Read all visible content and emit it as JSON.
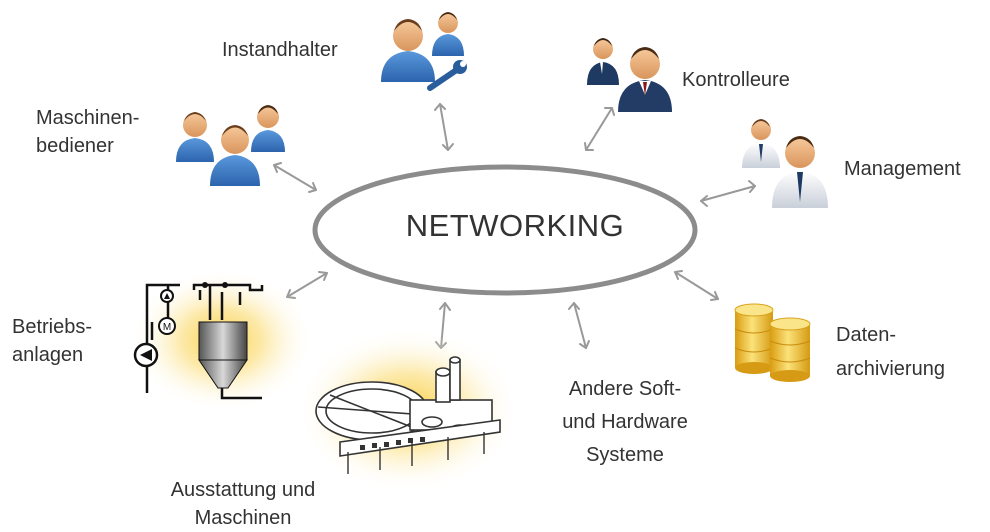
{
  "hub": {
    "label": "NETWORKING"
  },
  "nodes": {
    "maschinenbediener": {
      "label": "Maschinen-\nbediener",
      "icon": "operators-icon"
    },
    "instandhalter": {
      "label": "Instandhalter",
      "icon": "maintenance-staff-icon"
    },
    "kontrolleure": {
      "label": "Kontrolleure",
      "icon": "inspectors-icon"
    },
    "management": {
      "label": "Management",
      "icon": "management-icon"
    },
    "betriebsanlagen": {
      "label": "Betriebs-\nanlagen",
      "icon": "plant-equipment-icon"
    },
    "ausstattung": {
      "label": "Ausstattung und\nMaschinen",
      "icon": "machinery-icon"
    },
    "andere_systeme": {
      "label": "Andere Soft-\nund Hardware\nSysteme"
    },
    "datenarchivierung": {
      "label": "Daten-\narchivierung",
      "icon": "database-icon"
    }
  },
  "colors": {
    "ellipse": "#8c8c8c",
    "arrow": "#999999",
    "operator_shirt": "#3f7fc8",
    "management_shirt": "#e8ecf3",
    "database": "#e8b51c",
    "glow": "#f7cc3c",
    "text": "#333333"
  }
}
